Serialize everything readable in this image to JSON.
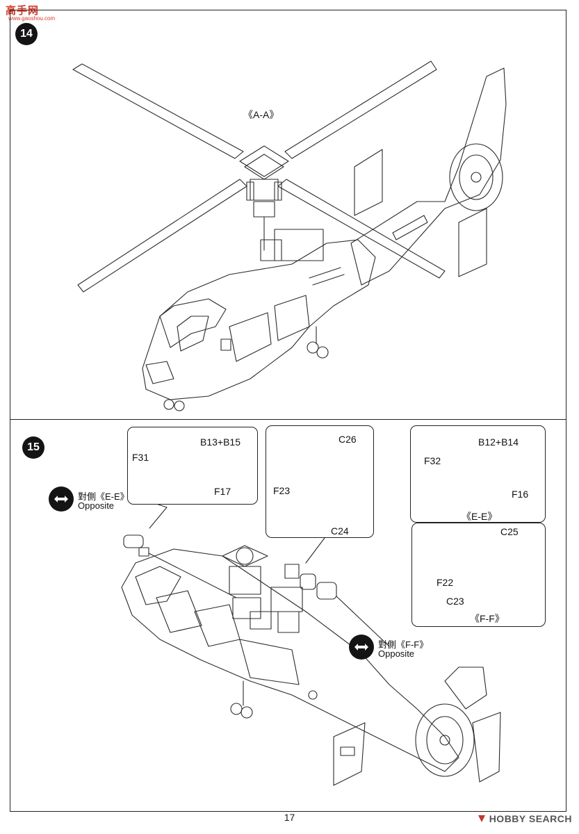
{
  "watermark": {
    "top": "高手网",
    "top_url": "www.gaoshou.com",
    "bottom": "HOBBY SEARCH"
  },
  "step14": {
    "number": "14",
    "label_aa": "《A-A》"
  },
  "step15": {
    "number": "15",
    "opposite_ee": {
      "jp": "對側《E-E》",
      "en": "Opposite"
    },
    "opposite_ff": {
      "jp": "對側《F-F》",
      "en": "Opposite"
    },
    "box1": {
      "parts": [
        "F31",
        "B13+B15",
        "F17"
      ]
    },
    "box2": {
      "parts": [
        "C26",
        "F23",
        "C24"
      ]
    },
    "box3": {
      "parts": [
        "F32",
        "B12+B14",
        "F16"
      ],
      "caption": "《E-E》"
    },
    "box4": {
      "parts": [
        "C25",
        "F22",
        "C23"
      ],
      "caption": "《F-F》"
    }
  },
  "page_number": "17"
}
